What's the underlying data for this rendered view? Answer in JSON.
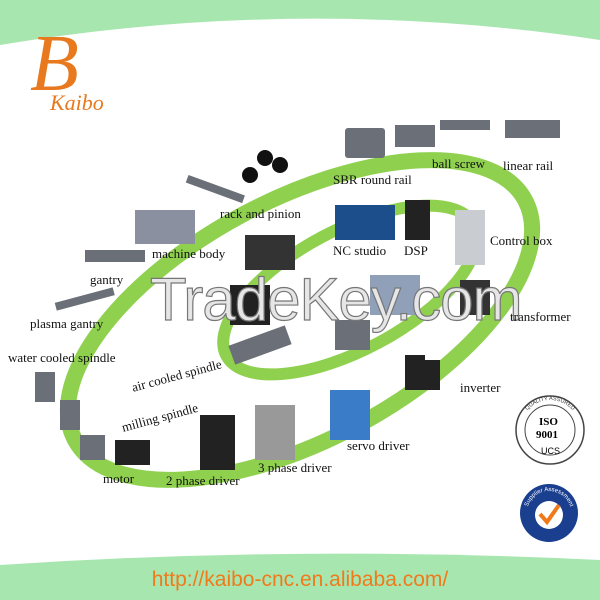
{
  "brand": {
    "logo_text": "Kaibo",
    "color": "#e8791e"
  },
  "colors": {
    "ring": "#8fd14f",
    "band": "#a8e6b0",
    "url": "#f07a1a"
  },
  "labels": [
    "SBR round rail",
    "ball screw",
    "linear rail",
    "rack and pinion",
    "NC studio",
    "DSP",
    "Control box",
    "machine body",
    "gantry",
    "plasma gantry",
    "transformer",
    "water cooled spindle",
    "air cooled spindle",
    "milling spindle",
    "inverter",
    "servo driver",
    "3 phase driver",
    "2 phase driver",
    "motor"
  ],
  "badges": {
    "iso": {
      "line1": "ISO",
      "line2": "9001",
      "issuer": "UCS",
      "ring_text": "QUALITY ASSURED"
    },
    "supplier": "Supplier Assessment"
  },
  "watermark": "TradeKey.com",
  "url": "http://kaibo-cnc.en.alibaba.com/"
}
